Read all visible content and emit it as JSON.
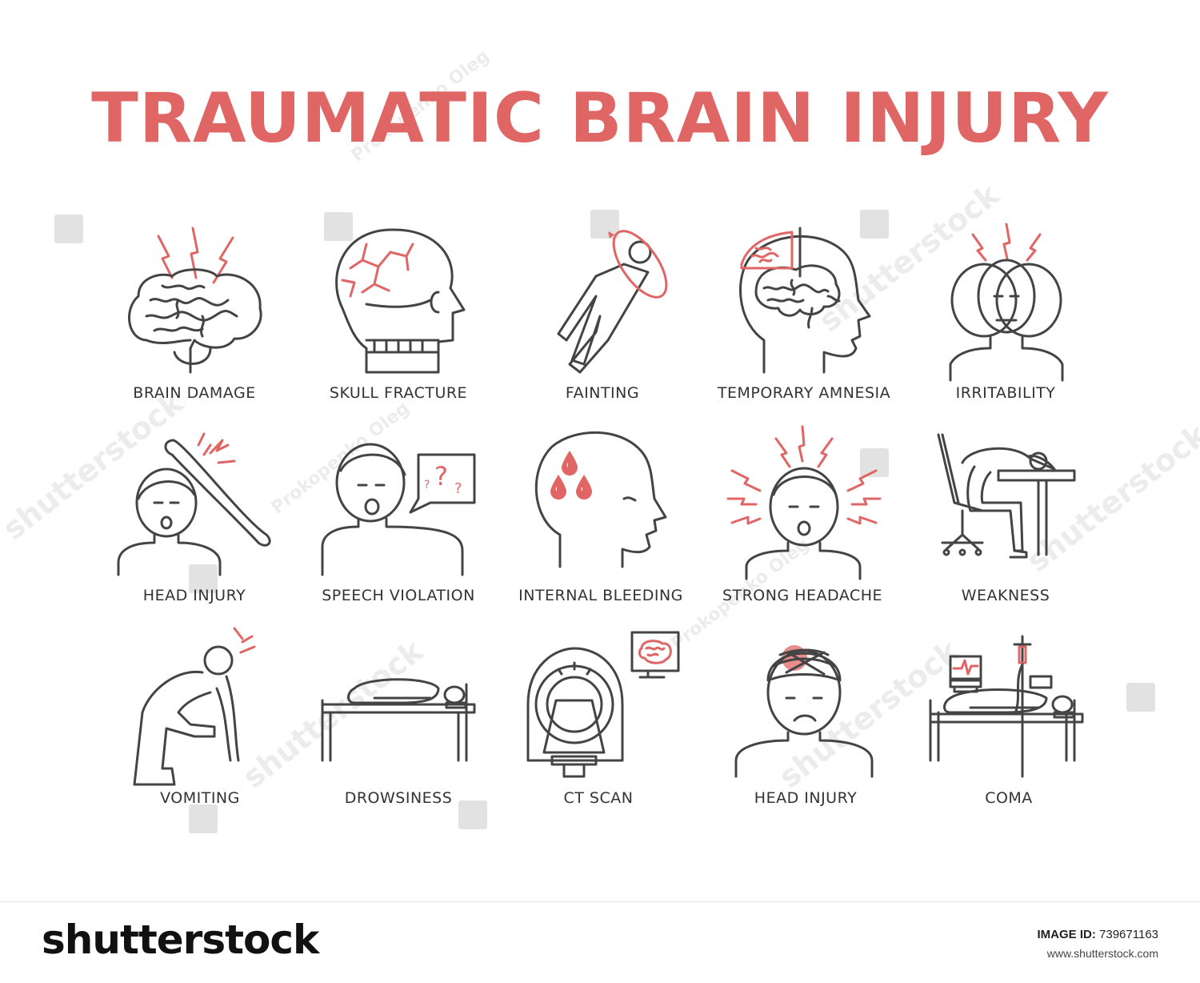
{
  "title": "TRAUMATIC BRAIN INJURY",
  "colors": {
    "accent": "#e06666",
    "line": "#444444",
    "text": "#333333"
  },
  "items": [
    {
      "label": "BRAIN DAMAGE",
      "icon": "brain-damage-icon"
    },
    {
      "label": "SKULL FRACTURE",
      "icon": "skull-fracture-icon"
    },
    {
      "label": "FAINTING",
      "icon": "fainting-icon"
    },
    {
      "label": "TEMPORARY AMNESIA",
      "icon": "temporary-amnesia-icon"
    },
    {
      "label": "IRRITABILITY",
      "icon": "irritability-icon"
    },
    {
      "label": "HEAD INJURY",
      "icon": "head-injury-bat-icon"
    },
    {
      "label": "SPEECH VIOLATION",
      "icon": "speech-violation-icon"
    },
    {
      "label": "INTERNAL BLEEDING",
      "icon": "internal-bleeding-icon"
    },
    {
      "label": "STRONG HEADACHE",
      "icon": "strong-headache-icon"
    },
    {
      "label": "WEAKNESS",
      "icon": "weakness-icon"
    },
    {
      "label": "VOMITING",
      "icon": "vomiting-icon"
    },
    {
      "label": "DROWSINESS",
      "icon": "drowsiness-icon"
    },
    {
      "label": "CT SCAN",
      "icon": "ct-scan-icon"
    },
    {
      "label": "HEAD INJURY",
      "icon": "head-injury-bandage-icon"
    },
    {
      "label": "COMA",
      "icon": "coma-icon"
    }
  ],
  "speech_marks": "?",
  "watermark": {
    "brand": "shutterstock",
    "author": "Prokopenko Oleg"
  },
  "footer": {
    "brand": "shutterstock",
    "image_id_label": "IMAGE ID:",
    "image_id": "739671163",
    "site": "www.shutterstock.com"
  }
}
